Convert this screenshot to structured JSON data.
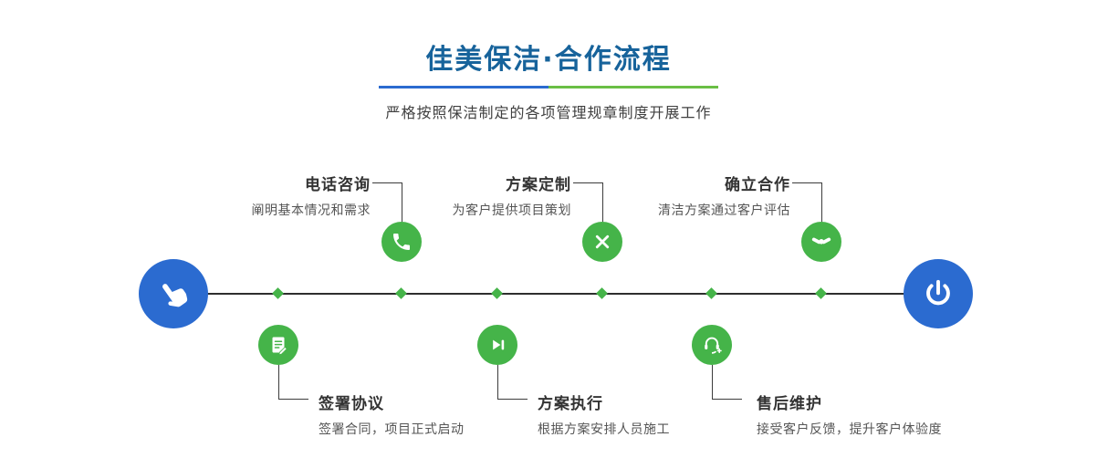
{
  "header": {
    "title": "佳美保洁·合作流程",
    "subtitle": "严格按照保洁制定的各项管理规章制度开展工作"
  },
  "colors": {
    "brand_blue": "#2b6bd0",
    "brand_green": "#45b449",
    "title_color": "#17639b",
    "divider_blue": "#2b6bd0",
    "divider_green": "#6abf45",
    "line_color": "#2e2e2e"
  },
  "endpoints": {
    "start_icon": "hand-pointer-icon",
    "end_icon": "power-icon"
  },
  "steps": [
    {
      "id": "phone-consult",
      "position": "top",
      "icon": "phone-icon",
      "title": "电话咨询",
      "desc": "阐明基本情况和需求"
    },
    {
      "id": "plan-customize",
      "position": "top",
      "icon": "pencil-ruler-icon",
      "title": "方案定制",
      "desc": "为客户提供项目策划"
    },
    {
      "id": "establish-cooperation",
      "position": "top",
      "icon": "handshake-icon",
      "title": "确立合作",
      "desc": "清洁方案通过客户评估"
    },
    {
      "id": "sign-agreement",
      "position": "bottom",
      "icon": "contract-icon",
      "title": "签署协议",
      "desc": "签署合同，项目正式启动"
    },
    {
      "id": "plan-execute",
      "position": "bottom",
      "icon": "play-icon",
      "title": "方案执行",
      "desc": "根据方案安排人员施工"
    },
    {
      "id": "after-sales",
      "position": "bottom",
      "icon": "headset-icon",
      "title": "售后维护",
      "desc": "接受客户反馈，提升客户体验度"
    }
  ]
}
